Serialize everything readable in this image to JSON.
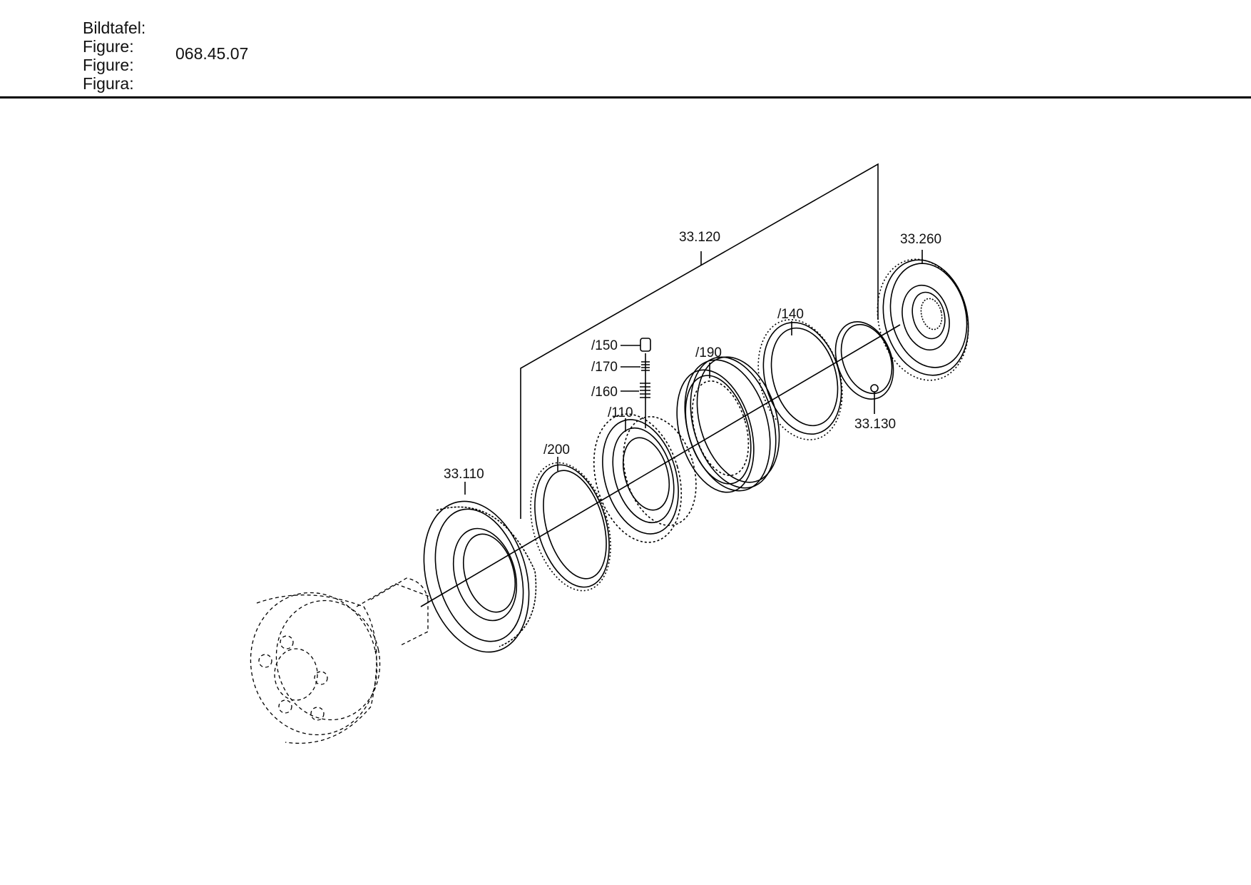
{
  "header": {
    "labels": [
      "Bildtafel:",
      "Figure:",
      "Figure:",
      "Figura:"
    ],
    "figure_number": "068.45.07"
  },
  "parts": {
    "p33_110": "33.110",
    "p33_120": "33.120",
    "p33_130": "33.130",
    "p33_260": "33.260",
    "p200": "/200",
    "p110": "/110",
    "p150": "/150",
    "p170": "/170",
    "p160": "/160",
    "p190": "/190",
    "p140": "/140"
  }
}
